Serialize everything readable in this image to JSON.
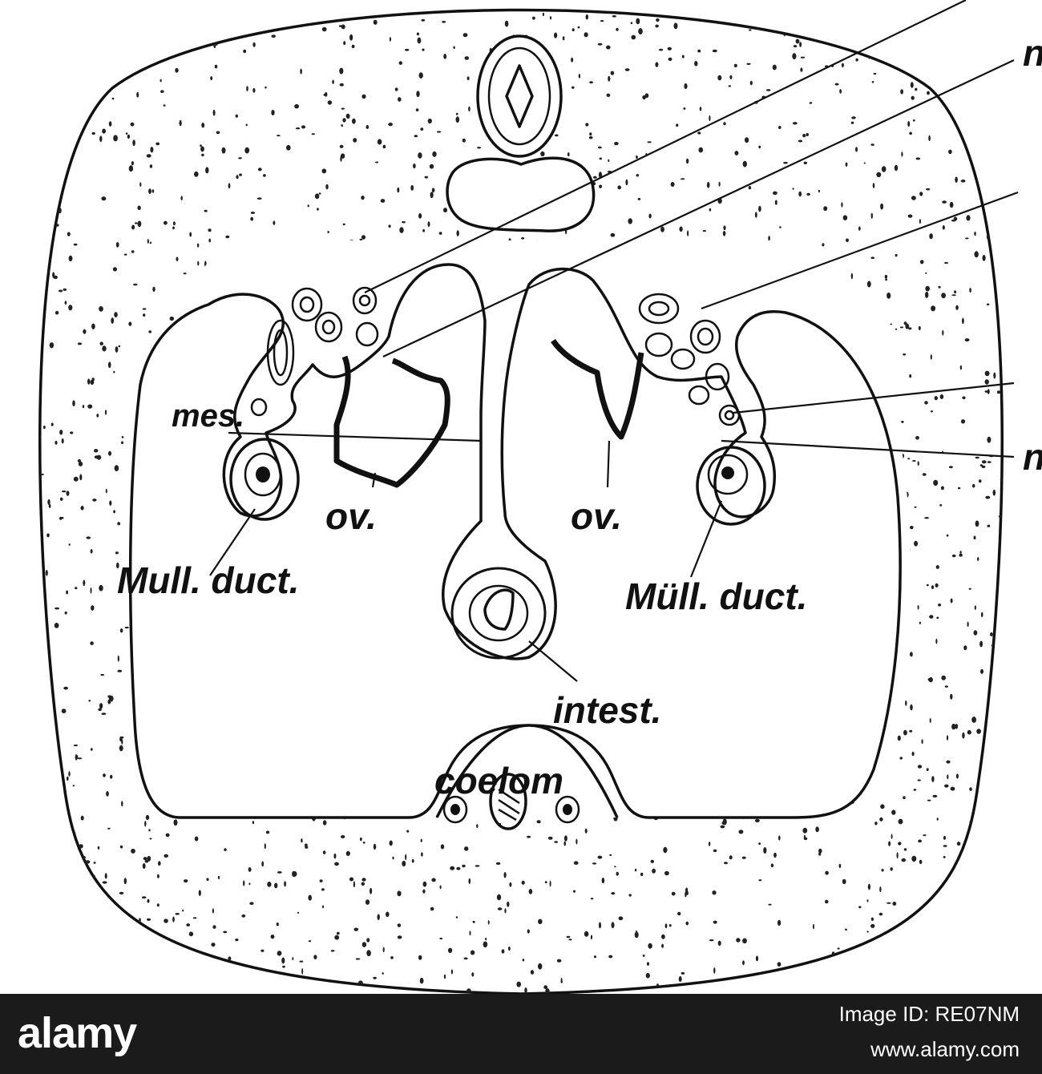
{
  "labels": {
    "mes": "mes.",
    "ov_left": "ov.",
    "ov_right": "ov.",
    "mull_duct_left": "Mull. duct.",
    "mull_duct_right": "Müll. duct.",
    "intest": "intest.",
    "coelom": "coelom",
    "edge_n1": "n",
    "edge_n2": "n"
  },
  "watermark": {
    "brand": "alamy",
    "image_id": "Image ID: RE07NM",
    "url": "www.alamy.com"
  },
  "colors": {
    "ink": "#111111",
    "paper": "#ffffff",
    "banner": "#1b1b1b"
  }
}
